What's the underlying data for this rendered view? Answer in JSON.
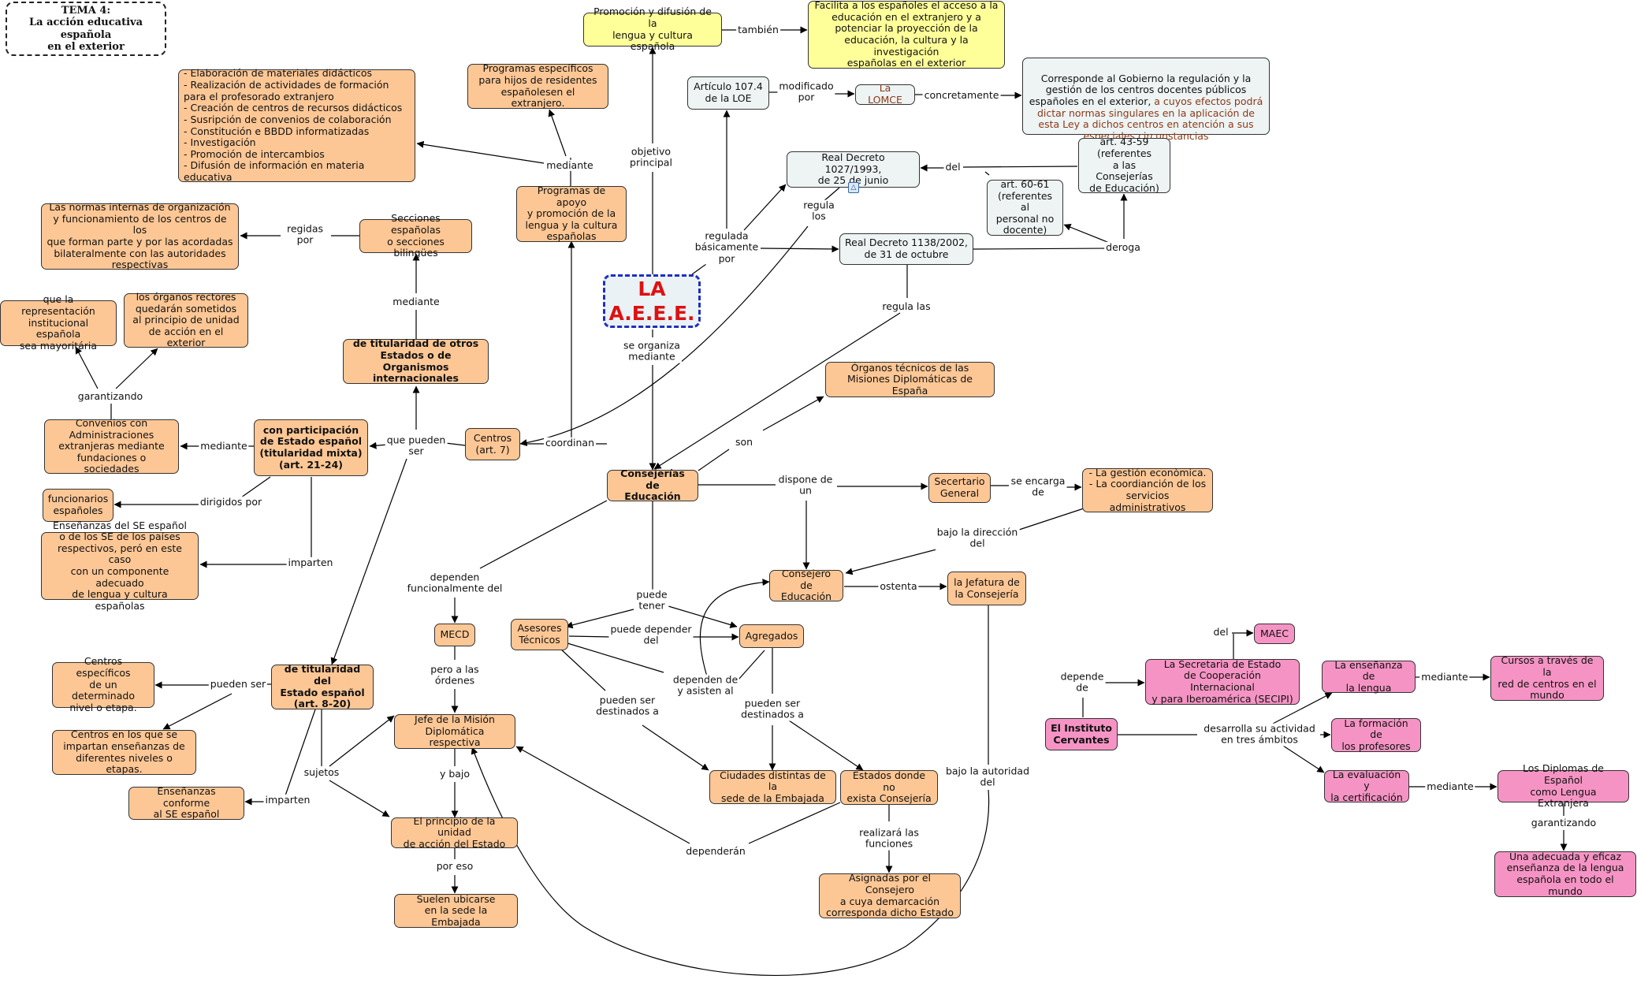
{
  "title": {
    "line1": "TEMA 4:",
    "line2": "La acción educativa española",
    "line3": "en el exterior"
  },
  "nodes": {
    "aeee": "LA\nA.E.E.E.",
    "promocion": "Promoción y difusión de la\nlengua y cultura española",
    "facilita": "Facilita a los españoles el acceso a la\neducación en el extranjero y a\npotenciar la proyección de la\neducación, la cultura y la investigación\nespañolas en el exterior",
    "articulo_loe": "Artículo 107.4\nde la LOE",
    "lomce": "La LOMCE",
    "corresponde": "Corresponde al Gobierno la regulación y la\ngestión de los centros docentes públicos\nespañoles en el exterior,",
    "corresponde_extra": " a cuyos efectos podrá dictar normas singulares en la aplicación de esta Ley a dichos centros en atención a sus especiales circunstancias",
    "rd_1027": "Real Decreto 1027/1993,\nde 25 de junio",
    "art_43_59": "art. 43-59\n(referentes\na las Consejerías\nde Educación)",
    "art_60_61": "art. 60-61\n(referentes al\npersonal no\ndocente)",
    "rd_1138": "Real Decreto 1138/2002,\nde 31 de octubre",
    "programas_hijos": "Programas específicos\npara hijos de residentes\nespañolesen el extranjero.",
    "elaboracion": "- Elaboración de materiales didácticos\n- Realización de actividades de formación\npara el profesorado extranjero\n- Creación de centros de recursos didácticos\n- Susripción de convenios de colaboración\n- Constitución e BBDD informatizadas\n- Investigación\n- Promoción de intercambios\n- Difusión de información en materia educativa",
    "programas_apoyo": "Programas de apoyo\ny promoción de la\nlengua y la cultura\nespañolas",
    "normas": "Las normas internas de organización\ny funcionamiento de los centros de los\nque forman parte y por las acordadas\nbilateralmente con las autoridades\nrespectivas",
    "secciones": "Secciones españolas\no secciones bilingües",
    "representacion": "que la representación\ninstitucional española\nsea mayoritária",
    "organos_rectores": "los órganos rectores\nquedarán sometidos\nal principio de unidad\nde acción en el exterior",
    "titularidad_otros": "de titularidad de otros\nEstados o de Organismos\ninternacionales",
    "organos_tecnicos": "Órganos técnicos de las\nMisiones Diplomáticas de España",
    "convenios": "Convenios con\nAdministraciones\nextranjeras mediante\nfundaciones o sociedades",
    "participacion": "con participación\nde Estado español\n(titularidad mixta)\n(art. 21-24)",
    "centros": "Centros\n(art. 7)",
    "consejerias": "Consejerías de\nEducación",
    "secretario": "Secertario\nGeneral",
    "gestion": "- La gestión econòmica.\n- La coordianción de los\nservicios administrativos",
    "funcionarios": "funcionarios\nespañoles",
    "ensenanzas_se": "Enseñanzas del SE español\no de los SE de los países\nrespectivos, peró en este caso\ncon un componente adecuado\nde lengua y cultura españolas",
    "consejero": "Consejero de\nEducación",
    "jefatura": "la Jefatura de\nla Consejería",
    "mecd": "MECD",
    "asesores": "Asesores\nTécnicos",
    "agregados": "Agregados",
    "centros_especificos": "Centros específicos\nde un determinado\nnivel o etapa.",
    "titularidad_estado": "de titularidad del\nEstado español\n(art. 8-20)",
    "centros_varios": "Centros en los que se\nimpartan enseñanzas de\ndiferentes niveles o etapas.",
    "jefe_mision": "Jefe de la Misión\nDiplomática respectiva",
    "ensenanzas_conforme": "Enseñanzas conforme\nal SE español",
    "ciudades": "Ciudades distintas de la\nsede de la Embajada",
    "estados": "Estados donde no\nexista Consejería",
    "principio": "El principio de la unidad\nde acción del Estado",
    "asignadas": "Asignadas por el Consejero\na cuya demarcación\ncorresponda dicho Estado",
    "suelen": "Suelen ubicarse\nen la sede la Embajada",
    "maec": "MAEC",
    "secretaria": "La Secretaria de Estado\nde Cooperación Internacional\ny para Iberoamérica (SECIPI)",
    "ensenanza_lengua": "La enseñanza de\nla lengua",
    "cursos": "Cursos a través de la\nred de centros en el\nmundo",
    "instituto": "El Instituto\nCervantes",
    "formacion": "La formación de\nlos profesores",
    "evaluacion": "La evaluación y\nla certificación",
    "diplomas": "Los Diplomas de Español\ncomo Lengua Extranjera",
    "adecuada": "Una adecuada y eficaz\nenseñanza de la lengua\nespañola en todo el mundo"
  },
  "labels": {
    "tambien": "también",
    "objetivo": "objetivo\nprincipal",
    "modificado": "modificado\npor",
    "concretamente": "concretamente",
    "del_rd": "del",
    "regulada": "regulada\nbásicamente\npor",
    "regula_los": "regula\nlos",
    "deroga": "deroga",
    "mediante_prog": "mediante",
    "regidas": "regidas\npor",
    "mediante_sec": "mediante",
    "regula_las": "regula las",
    "se_organiza": "se organiza\nmediante",
    "garantizando": "garantizando",
    "que_pueden": "que pueden\nser",
    "mediante_conv": "mediante",
    "coordinan": "coordinan",
    "son": "son",
    "dispone": "dispone de\nun",
    "se_encarga": "se encarga\nde",
    "dirigidos": "dirigidos por",
    "imparten1": "imparten",
    "bajo_direccion": "bajo la dirección\ndel",
    "ostenta": "ostenta",
    "dependen_func": "dependen\nfuncionalmente del",
    "puede_tener": "puede\ntener",
    "puede_depender": "puede depender\ndel",
    "pero": "pero a las\nórdenes",
    "pueden_ser": "pueden ser",
    "dependen_asisten": "dependen de\ny asisten al",
    "destinados1": "pueden ser\ndestinados a",
    "destinados2": "pueden ser\ndestinados a",
    "sujetos": "sujetos",
    "y_bajo": "y bajo",
    "imparten2": "imparten",
    "bajo_autoridad": "bajo la autoridad\ndel",
    "realizara": "realizará las\nfunciones",
    "dependeran": "dependerán",
    "por_eso": "por eso",
    "del_maec": "del",
    "depende_de": "depende\nde",
    "mediante_ic1": "mediante",
    "desarrolla": "desarrolla su actividad\nen tres ámbitos",
    "mediante_ic2": "mediante",
    "garantizando2": "garantizando"
  },
  "badge": "△",
  "colors": {
    "peach": "#fdc795",
    "light": "#eef3f4",
    "yellow": "#ffff99",
    "pink": "#f594c4",
    "accent_red": "#dd1111",
    "accent_blue": "#1f2fbf",
    "link_brown": "#8a3a16"
  }
}
